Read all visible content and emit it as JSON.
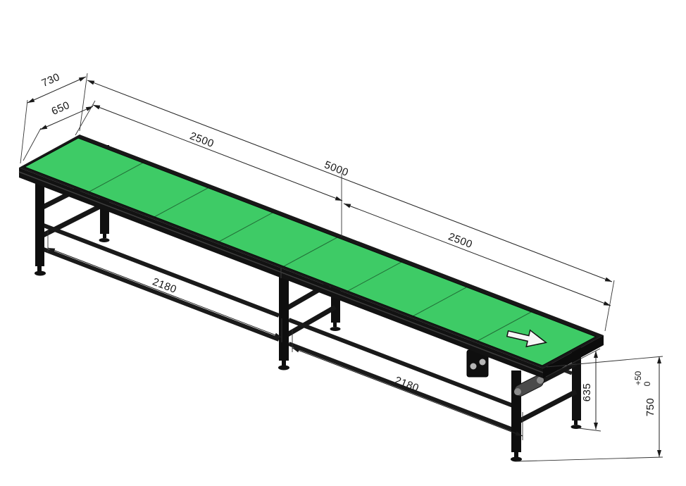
{
  "drawing": {
    "type": "isometric-technical-drawing",
    "subject": "belt-conveyor",
    "belt_color": "#3ecb66",
    "frame_color": "#141414",
    "dim_color": "#222222",
    "dims": {
      "width_overall": "730",
      "width_belt": "650",
      "length_left_half": "2500",
      "length_overall": "5000",
      "length_right_half": "2500",
      "undercarriage_left": "2180",
      "undercarriage_right": "2180",
      "height_underside": "635",
      "height_belt": "750",
      "height_tol_upper": "+50",
      "height_tol_lower": "0"
    }
  }
}
